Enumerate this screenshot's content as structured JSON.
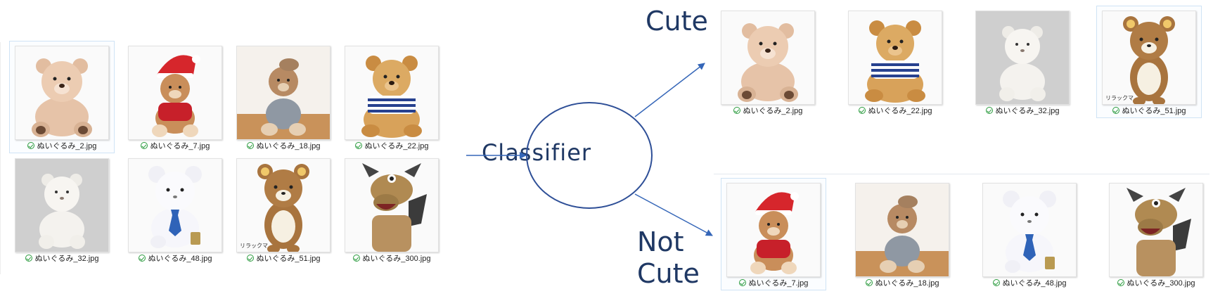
{
  "input_images": [
    {
      "caption": "ぬいぐるみ_2.jpg",
      "kind": "bear-beige"
    },
    {
      "caption": "ぬいぐるみ_7.jpg",
      "kind": "duffy-santa"
    },
    {
      "caption": "ぬいぐるみ_18.jpg",
      "kind": "shelliemay"
    },
    {
      "caption": "ぬいぐるみ_22.jpg",
      "kind": "bear-stripe"
    },
    {
      "caption": "ぬいぐるみ_32.jpg",
      "kind": "bear-white"
    },
    {
      "caption": "ぬいぐるみ_48.jpg",
      "kind": "bear-tie"
    },
    {
      "caption": "ぬいぐるみ_51.jpg",
      "kind": "rilakkuma",
      "watermark": "リラックマ"
    },
    {
      "caption": "ぬいぐるみ_300.jpg",
      "kind": "dragon"
    }
  ],
  "classifier": {
    "label": "Classifier"
  },
  "cute": {
    "label": "Cute",
    "images": [
      {
        "caption": "ぬいぐるみ_2.jpg",
        "kind": "bear-beige"
      },
      {
        "caption": "ぬいぐるみ_22.jpg",
        "kind": "bear-stripe"
      },
      {
        "caption": "ぬいぐるみ_32.jpg",
        "kind": "bear-white"
      },
      {
        "caption": "ぬいぐるみ_51.jpg",
        "kind": "rilakkuma",
        "watermark": "リラックマ"
      }
    ]
  },
  "not_cute": {
    "label_line1": "Not",
    "label_line2": "Cute",
    "images": [
      {
        "caption": "ぬいぐるみ_7.jpg",
        "kind": "duffy-santa"
      },
      {
        "caption": "ぬいぐるみ_18.jpg",
        "kind": "shelliemay"
      },
      {
        "caption": "ぬいぐるみ_48.jpg",
        "kind": "bear-tie"
      },
      {
        "caption": "ぬいぐるみ_300.jpg",
        "kind": "dragon"
      }
    ]
  },
  "colors": {
    "arrow": "#3566b8",
    "text": "#1f3864",
    "check": "#2b9b3e"
  }
}
